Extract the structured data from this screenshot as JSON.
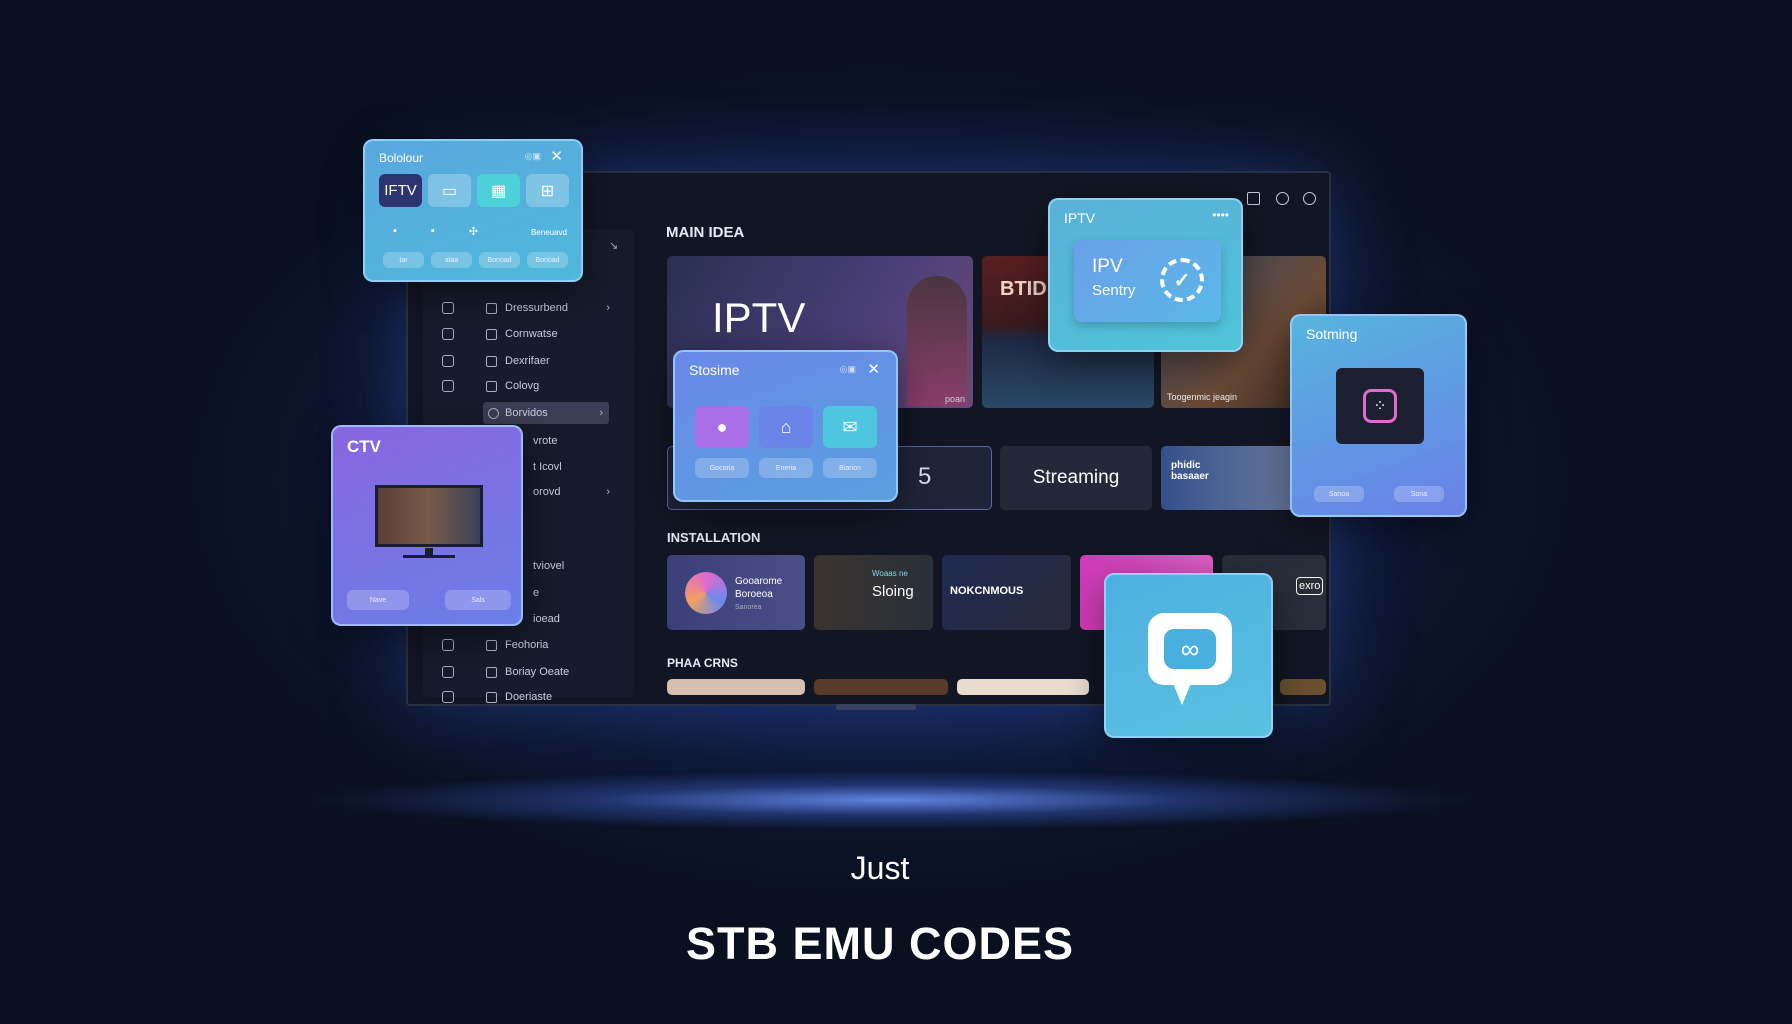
{
  "sidebar": {
    "items": [
      {
        "label": "Dressurbend",
        "chev": "›"
      },
      {
        "label": "Cornwatse"
      },
      {
        "label": "Dexrifaer"
      },
      {
        "label": "Colovg"
      },
      {
        "label": "Borvidos",
        "chev": "›",
        "active": true
      },
      {
        "label": "vrote"
      },
      {
        "label": "t Icovl"
      },
      {
        "label": "orovd",
        "chev": "›"
      },
      {
        "label": "tviovel"
      },
      {
        "label": "e"
      },
      {
        "label": "ioead"
      },
      {
        "label": "Feohoria"
      },
      {
        "label": "Boriay Oeate"
      },
      {
        "label": "Doeriaste"
      }
    ]
  },
  "main": {
    "section1": "MAIN IDEA",
    "hero_title": "IPTV",
    "hero_tag": "poan",
    "card_btid": "BTID",
    "card_caption": "Toogenmic jeagin",
    "card_five": "5",
    "streaming": "Streaming",
    "card_promo": "phidic basaaer",
    "section2": "INSTALLATION",
    "install": {
      "c1_line1": "Gooarome",
      "c1_line2": "Boroeoa",
      "c1_line3": "Sanorea",
      "c2_small": "Woaas ne",
      "c2_big": "Sloing",
      "c3": "NOKCNMOUS",
      "c5": "exro"
    },
    "section3": "PHAA CRNS"
  },
  "popups": {
    "bololour": {
      "title": "Bololour",
      "tile1": "IFTV",
      "label": "Beneuavd",
      "buttons": [
        "tar",
        "ataa",
        "Bonoad",
        "Bonoad"
      ]
    },
    "ctv": {
      "title": "CTV",
      "buttons": [
        "Nave",
        "Sals"
      ]
    },
    "stosime": {
      "title": "Stosime",
      "buttons": [
        "Gocoria",
        "Eneria",
        "Biarion"
      ]
    },
    "iptv": {
      "title": "IPTV",
      "menu": "••••",
      "line1": "IPV",
      "line2": "Sentry"
    },
    "sotming": {
      "title": "Sotming",
      "buttons": [
        "Sanoa",
        "Sona"
      ]
    }
  },
  "footer": {
    "subtitle": "Just",
    "title": "STB EMU CODES"
  },
  "colors": {
    "accent": "#4fb6e0",
    "purple": "#8a66e0",
    "bg": "#0d1630"
  }
}
